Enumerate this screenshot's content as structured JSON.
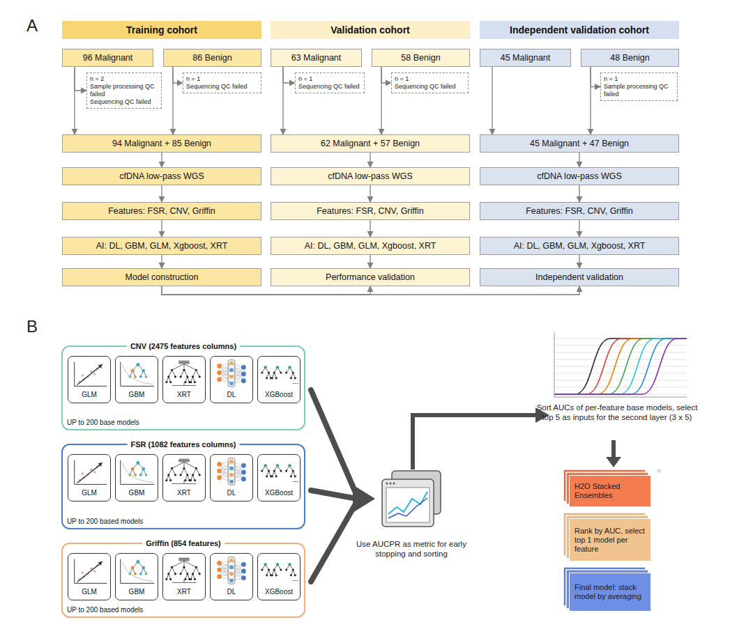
{
  "diagram": {
    "nodes": [
      {
        "text": [
          "Training cohort"
        ]
      },
      {
        "text": [
          "Validation cohort"
        ]
      },
      {
        "text": [
          "Independent validation cohort"
        ]
      },
      {
        "text": [
          "96 Malignant"
        ]
      },
      {
        "text": [
          "86 Benign"
        ]
      },
      {
        "text": [
          "63 Malignant"
        ]
      },
      {
        "text": [
          "58 Benign"
        ]
      },
      {
        "text": [
          "45 Malignant"
        ]
      },
      {
        "text": [
          "48 Benign"
        ]
      },
      {
        "text": [
          "n = 2",
          "Sample processing QC failed",
          "Sequencing QC failed"
        ]
      },
      {
        "text": [
          "n = 1",
          "Sequencing QC failed"
        ]
      },
      {
        "text": [
          "n = 1",
          "Sequencing QC failed"
        ]
      },
      {
        "text": [
          "n = 1",
          "Sequencing QC failed"
        ]
      },
      {
        "text": [
          "n = 1",
          "Sample processing QC failed"
        ]
      },
      {
        "text": [
          "94 Malignant + 85 Benign"
        ]
      },
      {
        "text": [
          "62 Malignant + 57 Benign"
        ]
      },
      {
        "text": [
          "45 Malignant + 47 Benign"
        ]
      },
      {
        "text": [
          "cfDNA low-pass WGS"
        ]
      },
      {
        "text": [
          "cfDNA low-pass WGS"
        ]
      },
      {
        "text": [
          "cfDNA low-pass WGS"
        ]
      },
      {
        "text": [
          "Features: FSR, CNV, Griffin"
        ]
      },
      {
        "text": [
          "Features: FSR, CNV, Griffin"
        ]
      },
      {
        "text": [
          "Features: FSR, CNV, Griffin"
        ]
      },
      {
        "text": [
          "AI: DL, GBM, GLM, Xgboost, XRT"
        ]
      },
      {
        "text": [
          "AI: DL, GBM, GLM, Xgboost, XRT"
        ]
      },
      {
        "text": [
          "AI: DL, GBM, GLM, Xgboost, XRT"
        ]
      },
      {
        "text": [
          "Model construction"
        ]
      },
      {
        "text": [
          "Performance validation"
        ]
      },
      {
        "text": [
          "Independent validation"
        ]
      },
      {
        "text": [
          "CNV (2475 features columns)",
          "UP to 200 base models"
        ]
      },
      {
        "text": [
          "GLM"
        ],
        "in": 29
      },
      {
        "text": [
          "GBM"
        ],
        "in": 29
      },
      {
        "text": [
          "XRT"
        ],
        "in": 29
      },
      {
        "text": [
          "DL"
        ],
        "in": 29
      },
      {
        "text": [
          "XGBoost"
        ],
        "in": 29
      },
      {
        "text": [
          "FSR (1082 features columns)",
          "UP to 200 based models"
        ]
      },
      {
        "text": [
          "GLM"
        ],
        "in": 35
      },
      {
        "text": [
          "GBM"
        ],
        "in": 35
      },
      {
        "text": [
          "XRT"
        ],
        "in": 35
      },
      {
        "text": [
          "DL"
        ],
        "in": 35
      },
      {
        "text": [
          "XGBoost"
        ],
        "in": 35
      },
      {
        "text": [
          "Griffin (854 features)",
          "UP to 200 based models"
        ]
      },
      {
        "text": [
          "GLM"
        ],
        "in": 41
      },
      {
        "text": [
          "GBM"
        ],
        "in": 41
      },
      {
        "text": [
          "XRT"
        ],
        "in": 41
      },
      {
        "text": [
          "DL"
        ],
        "in": 41
      },
      {
        "text": [
          "XGBoost"
        ],
        "in": 41
      },
      {
        "text": [
          "H2O Stacked Ensembles"
        ]
      },
      {
        "text": [
          "Rank by AUC, select top 1 model per feature"
        ]
      },
      {
        "text": [
          "Final model: stack model by averaging"
        ]
      }
    ],
    "edges": [
      {
        "from": 3,
        "to": 9,
        "arrow": "to"
      },
      {
        "from": 3,
        "to": 14,
        "arrow": "to"
      },
      {
        "from": 4,
        "to": 10,
        "arrow": "to"
      },
      {
        "from": 4,
        "to": 14,
        "arrow": "to"
      },
      {
        "from": 5,
        "to": 11,
        "arrow": "to"
      },
      {
        "from": 5,
        "to": 15,
        "arrow": "to"
      },
      {
        "from": 6,
        "to": 12,
        "arrow": "to"
      },
      {
        "from": 6,
        "to": 15,
        "arrow": "to"
      },
      {
        "from": 7,
        "to": 16,
        "arrow": "to"
      },
      {
        "from": 8,
        "to": 13,
        "arrow": "to"
      },
      {
        "from": 8,
        "to": 16,
        "arrow": "to"
      },
      {
        "from": 14,
        "to": 17,
        "arrow": "to"
      },
      {
        "from": 15,
        "to": 18,
        "arrow": "to"
      },
      {
        "from": 16,
        "to": 19,
        "arrow": "to"
      },
      {
        "from": 17,
        "to": 20,
        "arrow": "to"
      },
      {
        "from": 18,
        "to": 21,
        "arrow": "to"
      },
      {
        "from": 19,
        "to": 22,
        "arrow": "to"
      },
      {
        "from": 20,
        "to": 23,
        "arrow": "to"
      },
      {
        "from": 21,
        "to": 24,
        "arrow": "to"
      },
      {
        "from": 22,
        "to": 25,
        "arrow": "to"
      },
      {
        "from": 23,
        "to": 26,
        "arrow": "to"
      },
      {
        "from": 24,
        "to": 27,
        "arrow": "to"
      },
      {
        "from": 25,
        "to": 28,
        "arrow": "to"
      },
      {
        "from": 26,
        "to": 27,
        "arrow": "to"
      },
      {
        "from": 26,
        "to": 28,
        "arrow": "to"
      }
    ],
    "labels": [
      "A",
      "B",
      "Use AUCPR as metric for early stopping and sorting",
      "Sort AUCs of per-feature base models, select top 5 as inputs for the second layer (3 x 5)"
    ]
  }
}
